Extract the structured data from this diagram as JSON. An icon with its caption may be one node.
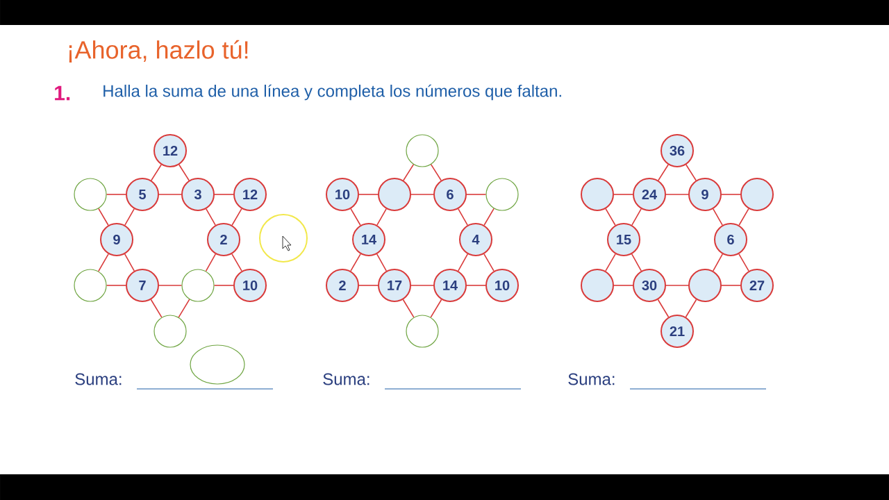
{
  "diagram": {
    "title": "¡Ahora, hazlo tú!",
    "nodes": [
      {
        "text": [
          "12"
        ]
      },
      {
        "text": [],
        "shape": "circle"
      },
      {
        "text": [
          "5"
        ]
      },
      {
        "text": [
          "3"
        ]
      },
      {
        "text": [
          "12"
        ]
      },
      {
        "text": [
          "9"
        ]
      },
      {
        "text": [
          "2"
        ]
      },
      {
        "text": [],
        "shape": "circle"
      },
      {
        "text": [
          "7"
        ]
      },
      {
        "text": [],
        "shape": "circle"
      },
      {
        "text": [
          "10"
        ]
      },
      {
        "text": [],
        "shape": "circle"
      },
      {
        "text": [],
        "shape": "circle"
      },
      {
        "text": [
          "10"
        ]
      },
      {
        "text": [],
        "shape": "circle"
      },
      {
        "text": [
          "6"
        ]
      },
      {
        "text": [],
        "shape": "circle"
      },
      {
        "text": [
          "14"
        ]
      },
      {
        "text": [
          "4"
        ]
      },
      {
        "text": [
          "2"
        ]
      },
      {
        "text": [
          "17"
        ]
      },
      {
        "text": [
          "14"
        ]
      },
      {
        "text": [
          "10"
        ]
      },
      {
        "text": [],
        "shape": "circle"
      },
      {
        "text": [
          "36"
        ]
      },
      {
        "text": [],
        "shape": "circle"
      },
      {
        "text": [
          "24"
        ]
      },
      {
        "text": [
          "9"
        ]
      },
      {
        "text": [],
        "shape": "circle"
      },
      {
        "text": [
          "15"
        ]
      },
      {
        "text": [
          "6"
        ]
      },
      {
        "text": [],
        "shape": "circle"
      },
      {
        "text": [
          "30"
        ]
      },
      {
        "text": [],
        "shape": "circle"
      },
      {
        "text": [
          "27"
        ]
      },
      {
        "text": [
          "21"
        ]
      },
      {
        "text": [],
        "shape": "ellipse"
      }
    ],
    "edges": [
      {
        "from": 0,
        "to": 2,
        "arrow": "none"
      },
      {
        "from": 0,
        "to": 3,
        "arrow": "none"
      },
      {
        "from": 1,
        "to": 2,
        "arrow": "none"
      },
      {
        "from": 2,
        "to": 3,
        "arrow": "none"
      },
      {
        "from": 3,
        "to": 4,
        "arrow": "none"
      },
      {
        "from": 1,
        "to": 5,
        "arrow": "none"
      },
      {
        "from": 2,
        "to": 5,
        "arrow": "none"
      },
      {
        "from": 3,
        "to": 6,
        "arrow": "none"
      },
      {
        "from": 4,
        "to": 6,
        "arrow": "none"
      },
      {
        "from": 5,
        "to": 7,
        "arrow": "none"
      },
      {
        "from": 5,
        "to": 8,
        "arrow": "none"
      },
      {
        "from": 6,
        "to": 9,
        "arrow": "none"
      },
      {
        "from": 6,
        "to": 10,
        "arrow": "none"
      },
      {
        "from": 7,
        "to": 8,
        "arrow": "none"
      },
      {
        "from": 8,
        "to": 9,
        "arrow": "none"
      },
      {
        "from": 9,
        "to": 10,
        "arrow": "none"
      },
      {
        "from": 8,
        "to": 11,
        "arrow": "none"
      },
      {
        "from": 9,
        "to": 11,
        "arrow": "none"
      },
      {
        "from": 12,
        "to": 14,
        "arrow": "none"
      },
      {
        "from": 12,
        "to": 15,
        "arrow": "none"
      },
      {
        "from": 13,
        "to": 14,
        "arrow": "none"
      },
      {
        "from": 14,
        "to": 15,
        "arrow": "none"
      },
      {
        "from": 15,
        "to": 16,
        "arrow": "none"
      },
      {
        "from": 13,
        "to": 17,
        "arrow": "none"
      },
      {
        "from": 14,
        "to": 17,
        "arrow": "none"
      },
      {
        "from": 15,
        "to": 18,
        "arrow": "none"
      },
      {
        "from": 16,
        "to": 18,
        "arrow": "none"
      },
      {
        "from": 17,
        "to": 19,
        "arrow": "none"
      },
      {
        "from": 17,
        "to": 20,
        "arrow": "none"
      },
      {
        "from": 18,
        "to": 21,
        "arrow": "none"
      },
      {
        "from": 18,
        "to": 22,
        "arrow": "none"
      },
      {
        "from": 19,
        "to": 20,
        "arrow": "none"
      },
      {
        "from": 20,
        "to": 21,
        "arrow": "none"
      },
      {
        "from": 21,
        "to": 22,
        "arrow": "none"
      },
      {
        "from": 20,
        "to": 23,
        "arrow": "none"
      },
      {
        "from": 21,
        "to": 23,
        "arrow": "none"
      },
      {
        "from": 24,
        "to": 26,
        "arrow": "none"
      },
      {
        "from": 24,
        "to": 27,
        "arrow": "none"
      },
      {
        "from": 25,
        "to": 26,
        "arrow": "none"
      },
      {
        "from": 26,
        "to": 27,
        "arrow": "none"
      },
      {
        "from": 27,
        "to": 28,
        "arrow": "none"
      },
      {
        "from": 25,
        "to": 29,
        "arrow": "none"
      },
      {
        "from": 26,
        "to": 29,
        "arrow": "none"
      },
      {
        "from": 27,
        "to": 30,
        "arrow": "none"
      },
      {
        "from": 28,
        "to": 30,
        "arrow": "none"
      },
      {
        "from": 29,
        "to": 31,
        "arrow": "none"
      },
      {
        "from": 29,
        "to": 32,
        "arrow": "none"
      },
      {
        "from": 30,
        "to": 33,
        "arrow": "none"
      },
      {
        "from": 30,
        "to": 34,
        "arrow": "none"
      },
      {
        "from": 31,
        "to": 32,
        "arrow": "none"
      },
      {
        "from": 32,
        "to": 33,
        "arrow": "none"
      },
      {
        "from": 33,
        "to": 34,
        "arrow": "none"
      },
      {
        "from": 32,
        "to": 35,
        "arrow": "none"
      },
      {
        "from": 33,
        "to": 35,
        "arrow": "none"
      }
    ],
    "labels": [
      "1.",
      "Halla la suma de una línea y completa los números que faltan.",
      "Suma:",
      "Suma:",
      "Suma:"
    ]
  }
}
